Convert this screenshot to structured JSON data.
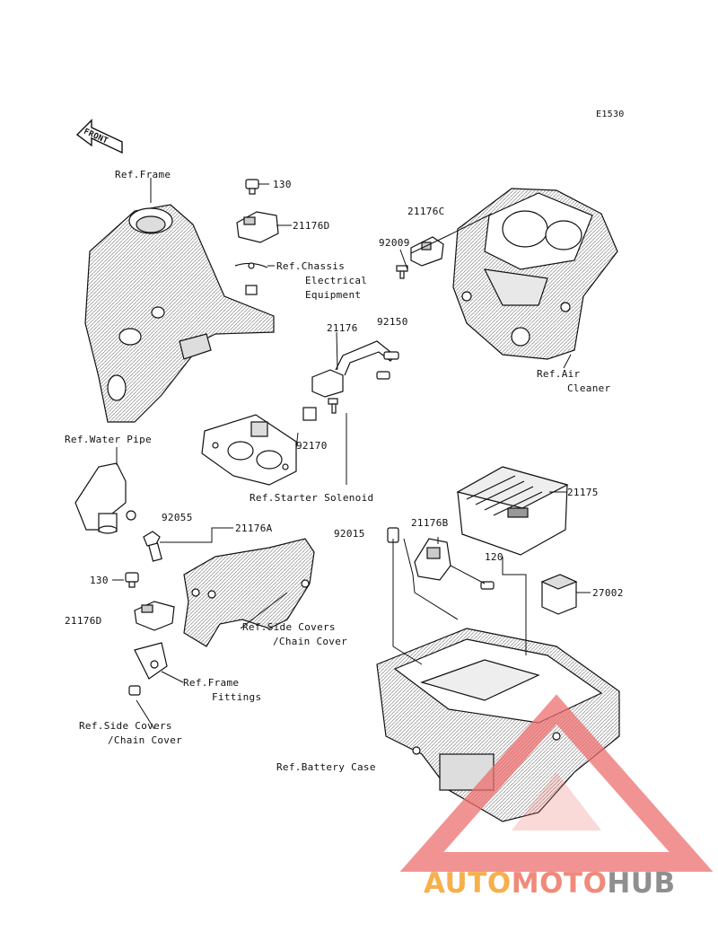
{
  "diagram_code": "E1530",
  "front_label": "FRONT",
  "watermark": {
    "part1": "AUTO",
    "part2": "MOTO",
    "part3": "HUB"
  },
  "labels": {
    "ref_frame": "Ref.Frame",
    "p130_top": "130",
    "p21176d_top": "21176D",
    "ref_chassis_1": "Ref.Chassis",
    "ref_chassis_2": "Electrical",
    "ref_chassis_3": "Equipment",
    "p21176c": "21176C",
    "p92009": "92009",
    "p21176": "21176",
    "p92150": "92150",
    "ref_air_1": "Ref.Air",
    "ref_air_2": "Cleaner",
    "ref_water": "Ref.Water Pipe",
    "p92170": "92170",
    "ref_starter": "Ref.Starter Solenoid",
    "p21175": "21175",
    "p92055": "92055",
    "p21176a": "21176A",
    "p92015": "92015",
    "p21176b": "21176B",
    "p120": "120",
    "p130_left": "130",
    "p27002": "27002",
    "p21176d_left": "21176D",
    "ref_sidecovers_1a": "Ref.Side Covers",
    "ref_sidecovers_1b": "/Chain Cover",
    "ref_frame_fit_1": "Ref.Frame",
    "ref_frame_fit_2": "Fittings",
    "ref_sidecovers_2a": "Ref.Side Covers",
    "ref_sidecovers_2b": "/Chain Cover",
    "ref_battery": "Ref.Battery Case"
  },
  "colors": {
    "line": "#1a1a1a",
    "shade": "#bdbdbd",
    "watermark_triangle": "#ee6f6f"
  }
}
